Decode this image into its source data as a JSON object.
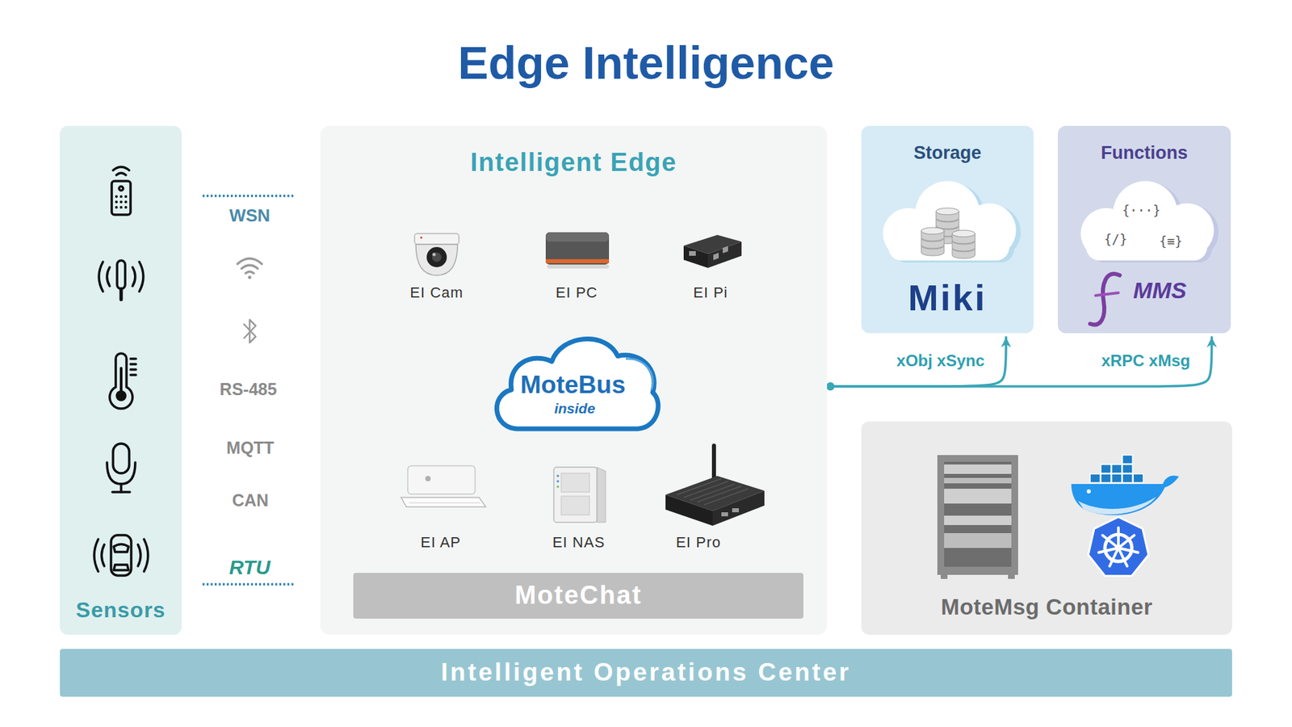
{
  "diagram": {
    "title": "Edge Intelligence",
    "nodes": [
      {
        "text": [
          "Sensors"
        ]
      },
      {
        "text": [
          "Intelligent Edge"
        ]
      },
      {
        "text": [
          "MoteBus",
          "inside"
        ],
        "in": 1
      },
      {
        "text": [
          "MoteChat"
        ],
        "in": 1
      },
      {
        "text": [
          "Storage",
          "Miki"
        ]
      },
      {
        "text": [
          "Functions",
          "MMS"
        ]
      },
      {
        "text": [
          "MoteMsg Container"
        ]
      },
      {
        "text": [
          "Intelligent Operations Center"
        ]
      }
    ],
    "edges": [
      {
        "from": 1,
        "to": 4,
        "arrow": "to",
        "label": "xObj xSync"
      },
      {
        "from": 1,
        "to": 5,
        "arrow": "to",
        "label": "xRPC xMsg"
      }
    ],
    "labels": [
      "WSN",
      "RS-485",
      "MQTT",
      "CAN",
      "RTU",
      "EI Cam",
      "EI PC",
      "EI Pi",
      "EI AP",
      "EI NAS",
      "EI Pro",
      "{···}",
      "{/}",
      "{≡}"
    ]
  }
}
